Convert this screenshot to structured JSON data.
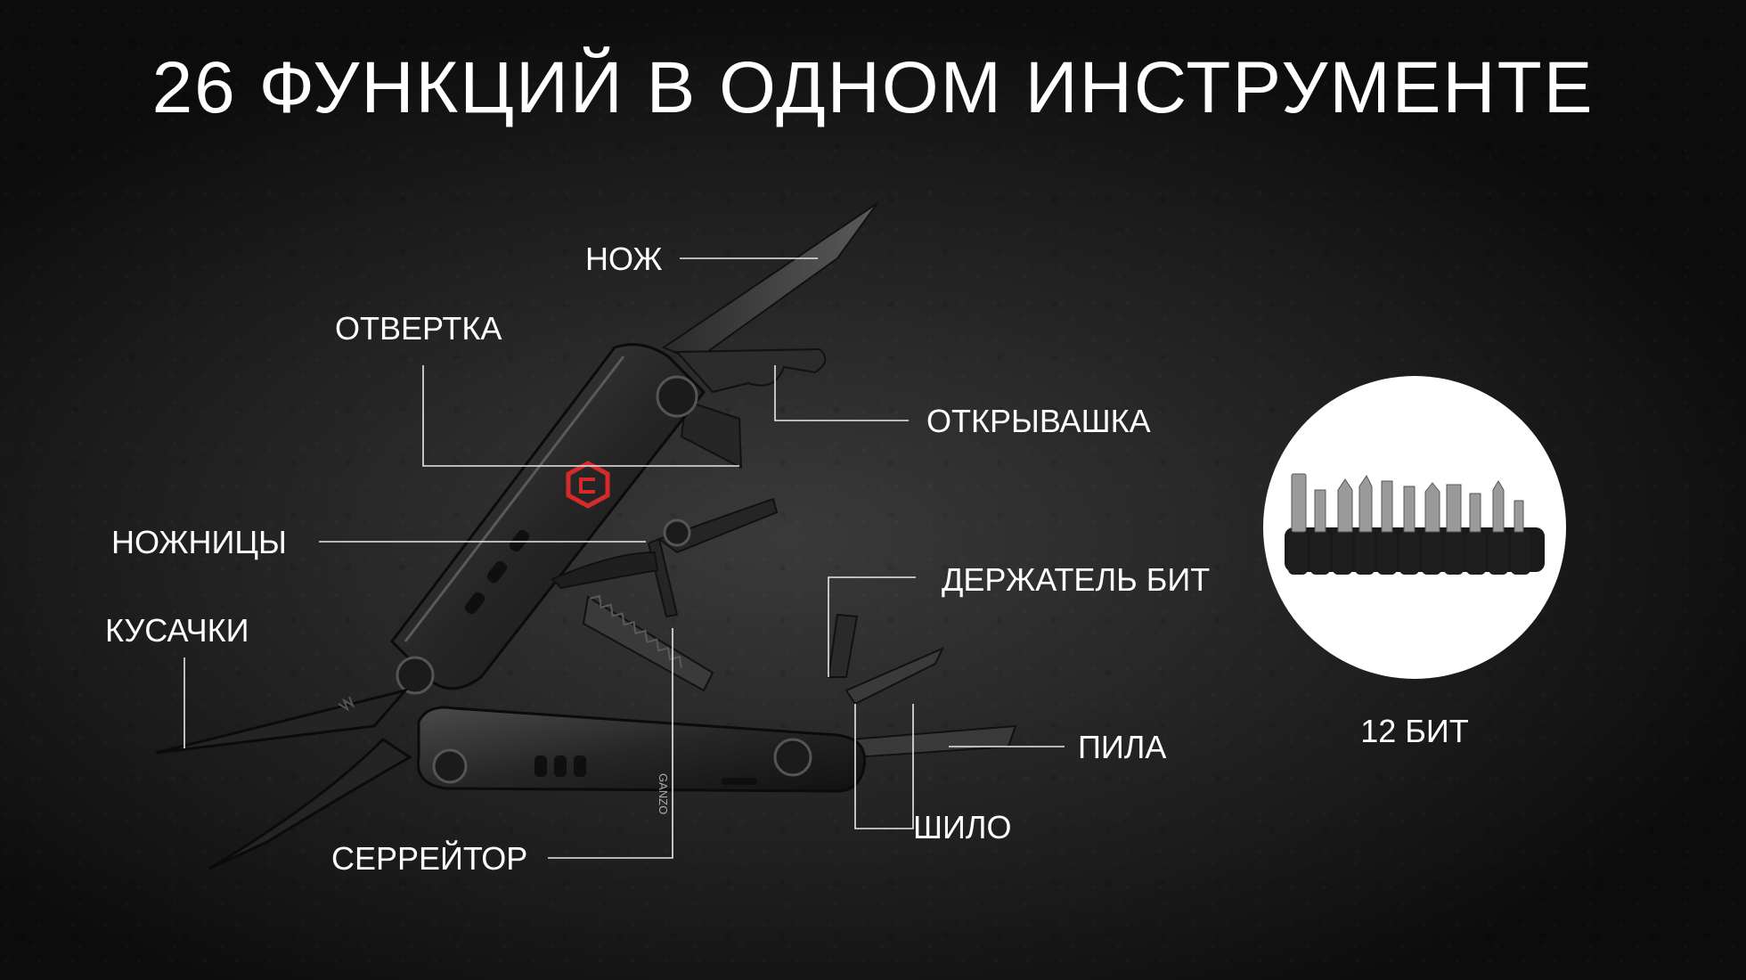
{
  "title": "26 ФУНКЦИЙ В ОДНОМ ИНСТРУМЕНТЕ",
  "labels": {
    "knife": "НОЖ",
    "screwdriver": "ОТВЕРТКА",
    "bottle_opener": "ОТКРЫВАШКА",
    "scissors": "НОЖНИЦЫ",
    "wire_cutters": "КУСАЧКИ",
    "bit_holder": "ДЕРЖАТЕЛЬ БИТ",
    "saw": "ПИЛА",
    "awl": "ШИЛО",
    "serrated_blade": "СЕРРЕЙТОР"
  },
  "bits_caption": "12 БИТ",
  "tool_engraving": "GANZO",
  "colors": {
    "background": "#141414",
    "text": "#ffffff",
    "logo_red": "#d42a2a",
    "bit_circle": "#ffffff"
  },
  "icons": {
    "tool": "multitool-illustration",
    "bits": "bit-set-illustration"
  }
}
